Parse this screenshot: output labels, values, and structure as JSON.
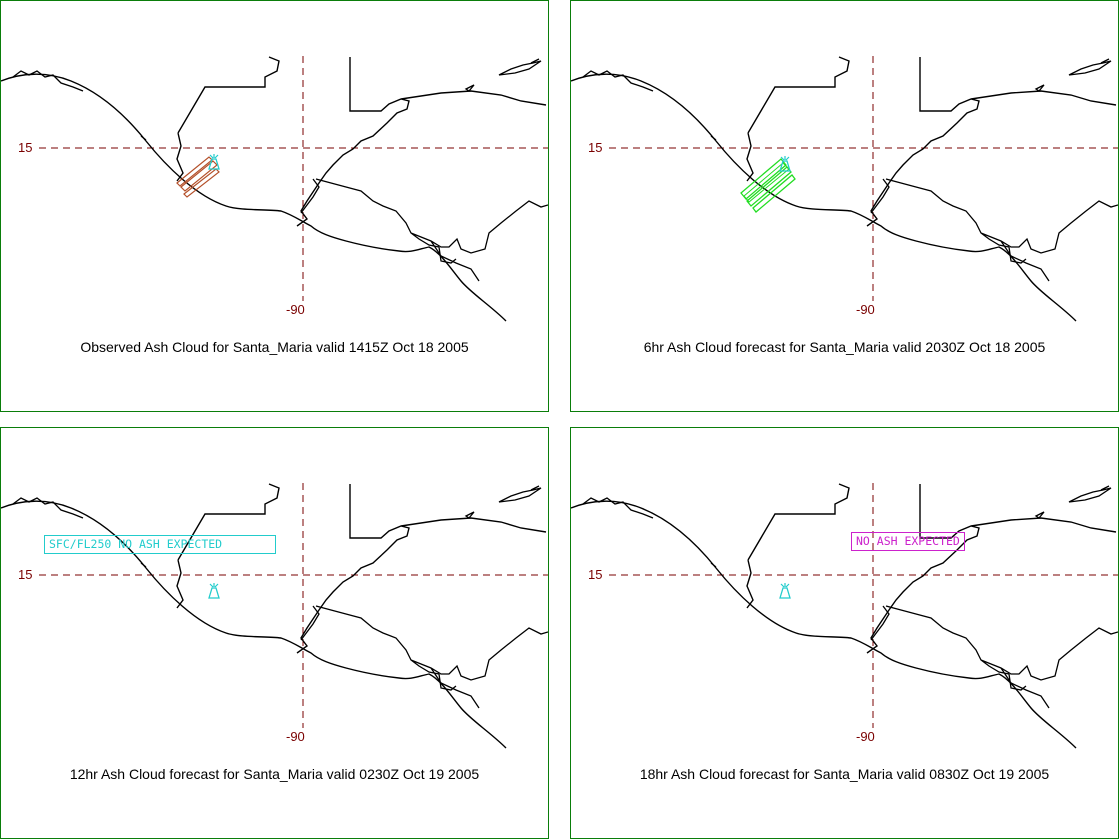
{
  "panels": [
    {
      "caption": "Observed Ash Cloud for Santa_Maria valid 1415Z Oct 18 2005",
      "lat_label": "15",
      "lon_label": "-90",
      "note": "",
      "cloud_color": "#b4502a"
    },
    {
      "caption": "6hr Ash Cloud forecast for Santa_Maria valid 2030Z Oct 18 2005",
      "lat_label": "15",
      "lon_label": "-90",
      "note": "",
      "cloud_color": "#22dd22"
    },
    {
      "caption": "12hr Ash Cloud forecast for Santa_Maria valid 0230Z Oct 19 2005",
      "lat_label": "15",
      "lon_label": "-90",
      "note": "SFC/FL250 NO ASH EXPECTED",
      "note_color": "#22cccc"
    },
    {
      "caption": "18hr Ash Cloud forecast for Santa_Maria valid 0830Z Oct 19 2005",
      "lat_label": "15",
      "lon_label": "-90",
      "note": "NO ASH EXPECTED",
      "note_color": "#cc22cc"
    }
  ],
  "colors": {
    "frame": "#0a7d0a",
    "grid": "#7a0000",
    "coast": "#000000",
    "volcano": "#22cccc"
  }
}
